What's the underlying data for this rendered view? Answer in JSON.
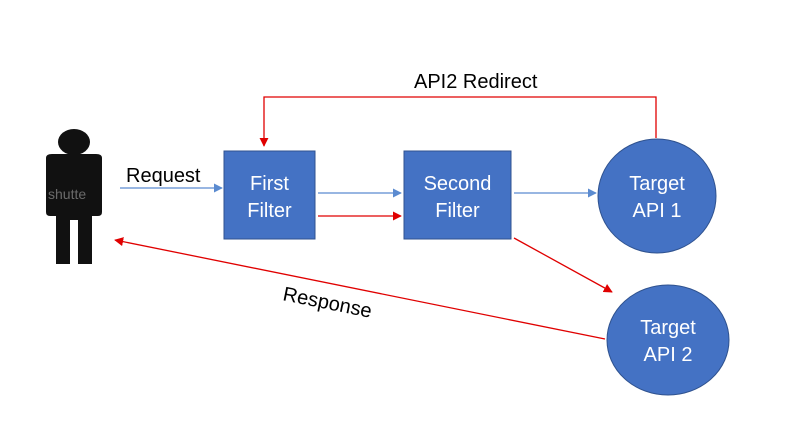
{
  "nodes": {
    "first_filter": {
      "line1": "First",
      "line2": "Filter"
    },
    "second_filter": {
      "line1": "Second",
      "line2": "Filter"
    },
    "target_api_1": {
      "line1": "Target",
      "line2": "API 1"
    },
    "target_api_2": {
      "line1": "Target",
      "line2": "API 2"
    }
  },
  "edges": {
    "request": "Request",
    "redirect": "API2 Redirect",
    "response": "Response"
  },
  "watermark": "shutte",
  "colors": {
    "box_fill": "#4472C4",
    "box_stroke": "#2F528F",
    "blue_arrow": "#5B8BD0",
    "red_arrow": "#E00000",
    "person": "#111111"
  }
}
